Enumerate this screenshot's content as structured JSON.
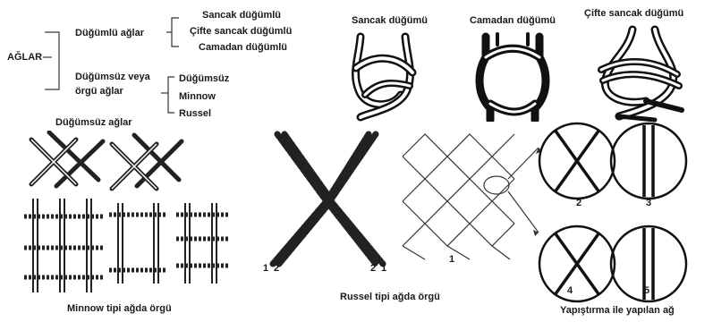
{
  "classification": {
    "root": "AĞLAR",
    "groups": [
      {
        "label": "Düğümlü ağlar",
        "children": [
          "Sancak düğümlü",
          "Çifte sancak düğümlü",
          "Camadan düğümlü"
        ]
      },
      {
        "label_line1": "Düğümsüz veya",
        "label_line2": "örgü ağlar",
        "children": [
          "Düğümsüz",
          "Minnow",
          "Russel"
        ]
      }
    ]
  },
  "knots": {
    "sancak": "Sancak düğümü",
    "camadan": "Camadan düğümü",
    "cifte": "Çifte sancak düğümü"
  },
  "captions": {
    "dugumsuz": "Düğümsüz ağlar",
    "minnow": "Minnow tipi ağda örgü",
    "russel": "Russel tipi ağda örgü",
    "yapistirma": "Yapıştırma ile yapılan ağ"
  },
  "russel_marks": {
    "left_a": "1",
    "left_b": "2",
    "right_a": "2",
    "right_b": "1"
  },
  "net_marks": {
    "n1": "1",
    "n2": "2",
    "n3": "3",
    "n4": "4",
    "n5": "5"
  }
}
